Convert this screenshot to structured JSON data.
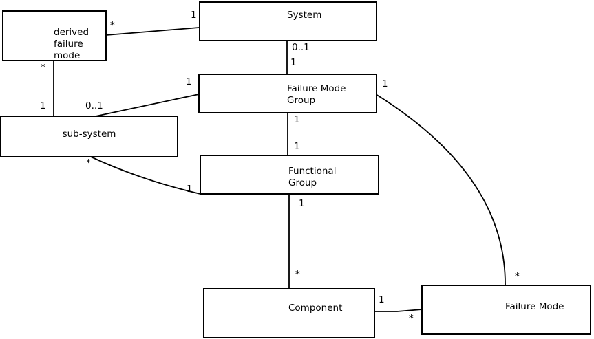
{
  "diagram": {
    "kind": "uml-class-diagram",
    "colors": {
      "background": "#ffffff",
      "box_border": "#000000",
      "connector": "#000000",
      "text": "#000000"
    },
    "boxes": {
      "derived_failure_mode": {
        "lines": [
          "derived",
          "failure",
          "mode"
        ]
      },
      "system": {
        "lines": [
          "System"
        ]
      },
      "failure_mode_group": {
        "lines": [
          "Failure Mode",
          "Group"
        ]
      },
      "sub_system": {
        "lines": [
          "sub-system"
        ]
      },
      "functional_group": {
        "lines": [
          "Functional",
          "Group"
        ]
      },
      "component": {
        "lines": [
          "Component"
        ]
      },
      "failure_mode": {
        "lines": [
          "Failure Mode"
        ]
      }
    },
    "associations": {
      "system_derived_failure_mode": {
        "system_end": "1",
        "derived_failure_mode_end": "*"
      },
      "derived_failure_mode_sub_system": {
        "derived_failure_mode_end": "*",
        "sub_system_end": "1"
      },
      "system_failure_mode_group": {
        "system_end": "0..1",
        "failure_mode_group_end": "1"
      },
      "sub_system_failure_mode_group": {
        "sub_system_end": "0..1",
        "failure_mode_group_end": "1"
      },
      "failure_mode_group_functional_group": {
        "failure_mode_group_end": "1",
        "functional_group_end": "1"
      },
      "sub_system_functional_group": {
        "sub_system_end": "*",
        "functional_group_end": "1"
      },
      "functional_group_component": {
        "functional_group_end": "1",
        "component_end": "*"
      },
      "component_failure_mode": {
        "component_end": "1",
        "failure_mode_end": "*"
      },
      "failure_mode_group_failure_mode": {
        "failure_mode_group_end": "1",
        "failure_mode_end": "*"
      }
    }
  }
}
